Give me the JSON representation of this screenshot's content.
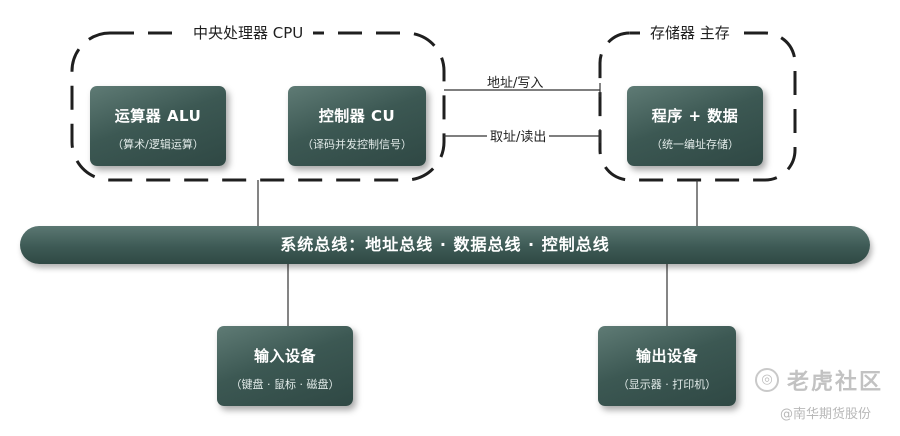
{
  "cpu_group": {
    "label": "中央处理器 CPU"
  },
  "memory_group": {
    "label": "存储器 主存"
  },
  "alu": {
    "title": "运算器 ALU",
    "subtitle": "（算术/逻辑运算）"
  },
  "cu": {
    "title": "控制器 CU",
    "subtitle": "（译码并发控制信号）"
  },
  "memory_box": {
    "title": "程序 + 数据",
    "subtitle": "（统一编址存储）"
  },
  "bus": {
    "label": "系统总线：地址总线 · 数据总线 · 控制总线"
  },
  "arrows": {
    "address_write": "地址/写入",
    "fetch_read": "取址/读出"
  },
  "input_device": {
    "title": "输入设备",
    "subtitle": "（键盘 · 鼠标 · 磁盘）"
  },
  "output_device": {
    "title": "输出设备",
    "subtitle": "（显示器 · 打印机）"
  },
  "watermark": {
    "brand": "老虎社区",
    "author": "@南华期货股份",
    "logo_icon": "tiger-community-logo-icon"
  },
  "colors": {
    "box_fill": "#3c5853",
    "dash_stroke": "#1f1f1f",
    "line": "#333333"
  }
}
